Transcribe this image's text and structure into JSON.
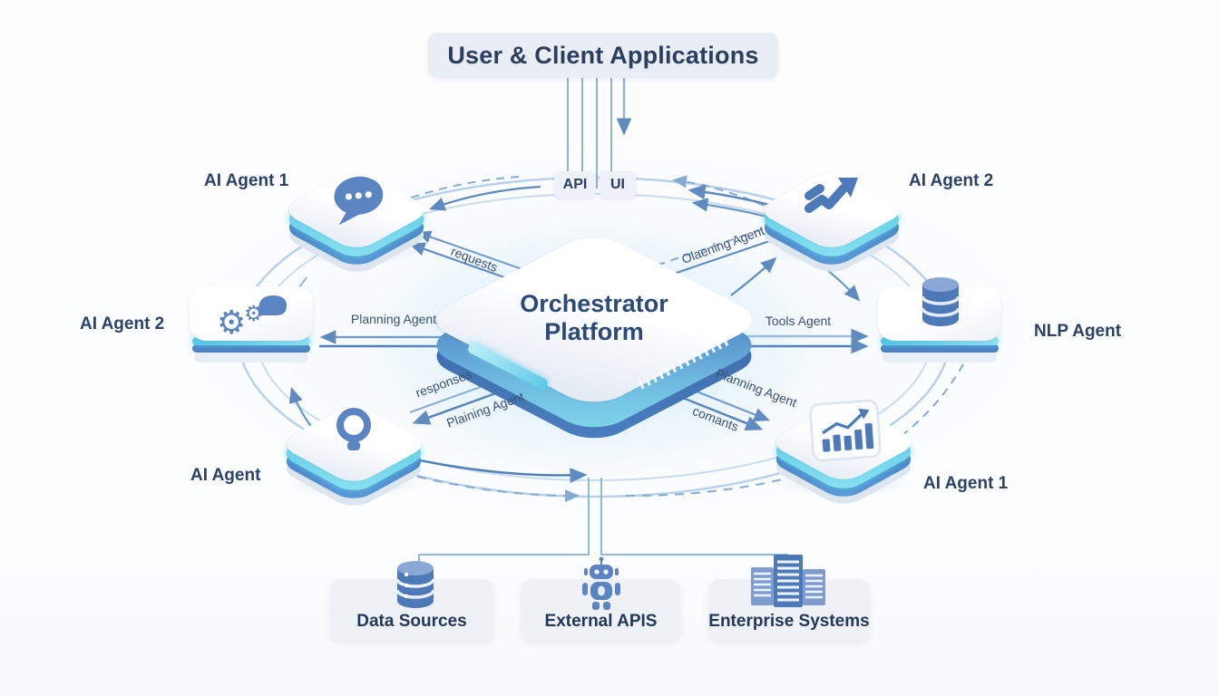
{
  "header": {
    "title": "User & Client Applications"
  },
  "badges": {
    "api": "API",
    "ui": "UI"
  },
  "orchestrator": {
    "line1": "Orchestrator",
    "line2": "Platform"
  },
  "agents": {
    "top_left": {
      "label": "AI Agent 1",
      "icon": "chat-bubble"
    },
    "mid_left": {
      "label": "AI Agent 2",
      "icon": "gears"
    },
    "bottom_left": {
      "label": "AI Agent",
      "icon": "light-bulb"
    },
    "top_right": {
      "label": "AI Agent 2",
      "icon": "trend-arrow"
    },
    "mid_right": {
      "label": "NLP Agent",
      "icon": "database"
    },
    "bottom_right": {
      "label": "AI Agent 1",
      "icon": "bar-chart"
    }
  },
  "flow_labels": {
    "requests": "requests",
    "top_right_flow": "Olaening Agent",
    "left_flow": "Planning Agent",
    "right_flow": "Tools Agent",
    "responses": "responses",
    "bottom_left_flow": "Plaining Agent",
    "bottom_right_flow": "Planning Agent",
    "comments": "comants"
  },
  "bottom_systems": [
    {
      "label": "Data Sources",
      "icon": "database"
    },
    {
      "label": "External APIS",
      "icon": "robot"
    },
    {
      "label": "Enterprise Systems",
      "icon": "buildings"
    }
  ],
  "colors": {
    "navy_text": "#2b3e60",
    "arrow_blue": "#5f8abf",
    "arrow_light": "#9bbcdd",
    "tile_blue": "#4a7fc1",
    "tile_cyan": "#5fd2e8",
    "icon_blue": "#5b84c2",
    "box_bg": "#eef1f6"
  }
}
